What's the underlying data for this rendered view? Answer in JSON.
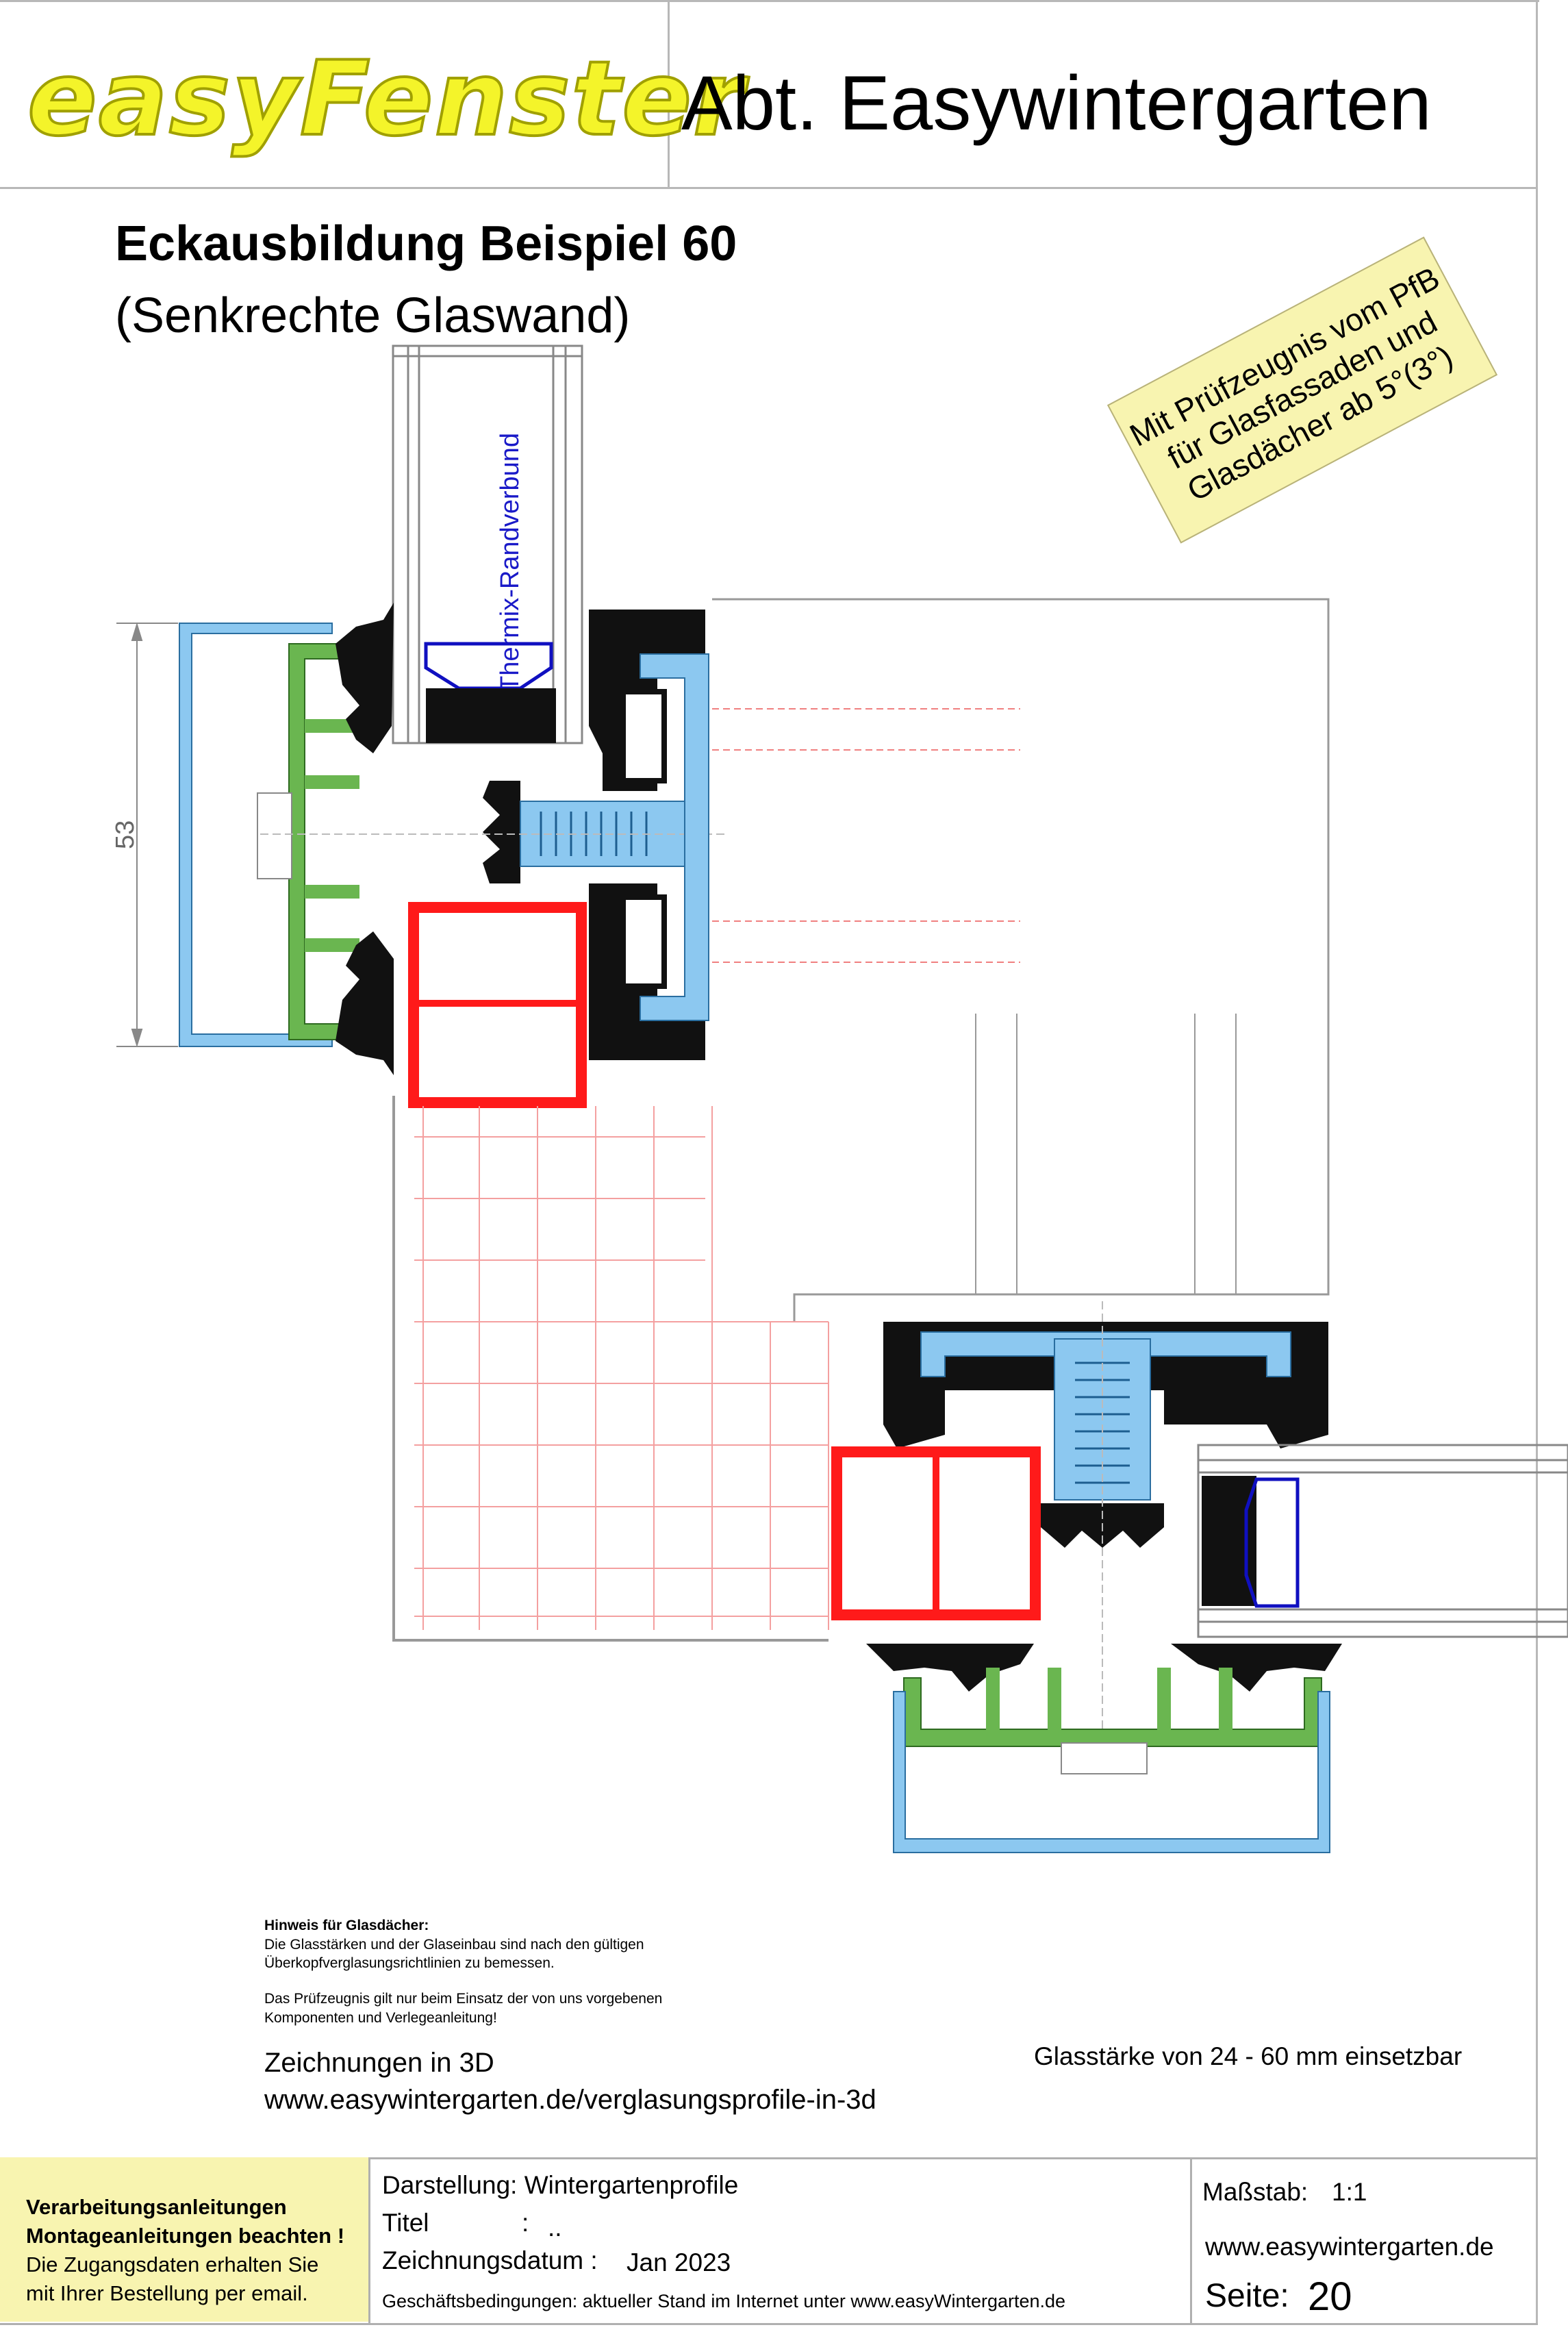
{
  "header": {
    "logo": "easyFenster",
    "department": "Abt. Easywintergarten"
  },
  "drawing": {
    "title": "Eckausbildung Beispiel 60",
    "subtitle": "(Senkrechte Glaswand)",
    "certificate_note": [
      "Mit Prüfzeugnis vom PfB",
      "für Glasfassaden und",
      "Glasdächer ab 5°(3°)"
    ],
    "edge_label": "Thermix-Randverbund",
    "dimension": "53"
  },
  "notes": {
    "hint_title": "Hinweis für Glasdächer:",
    "hint_lines": [
      "Die Glasstärken und der Glaseinbau sind nach den gültigen",
      "Überkopfverglasungsrichtlinien zu bemessen.",
      "",
      "Das Prüfzeugnis gilt nur beim Einsatz der von uns vorgebenen",
      "Komponenten und Verlegeanleitung!"
    ],
    "drawings_3d": "Zeichnungen in 3D",
    "drawings_3d_url": "www.easywintergarten.de/verglasungsprofile-in-3d",
    "glass_thickness": "Glasstärke von 24 - 60 mm einsetzbar"
  },
  "footer": {
    "instructions_line1": "Verarbeitungsanleitungen",
    "instructions_line2": "Montageanleitungen beachten !",
    "access_line1": "Die Zugangsdaten erhalten Sie",
    "access_line2": "mit Ihrer Bestellung per email.",
    "darstellung": "Darstellung: Wintergartenprofile",
    "titel_label": "Titel",
    "titel_sep": ":",
    "titel_value": "..",
    "datum_label": "Zeichnungsdatum :",
    "datum_value": "Jan 2023",
    "terms": "Geschäftsbedingungen: aktueller Stand im Internet  unter www.easyWintergarten.de",
    "scale_label": "Maßstab:",
    "scale_value": "1:1",
    "website": "www.easywintergarten.de",
    "page_label": "Seite:",
    "page_value": "20"
  },
  "colors": {
    "cap_blue": "#8cc8f0",
    "gasket_green": "#6ab650",
    "steel_red": "#ff1a1a",
    "gasket_black": "#111111",
    "spacer_blue": "#1010c0",
    "note_yellow": "#f8f4b0",
    "logo_yellow": "#f4f42a"
  }
}
